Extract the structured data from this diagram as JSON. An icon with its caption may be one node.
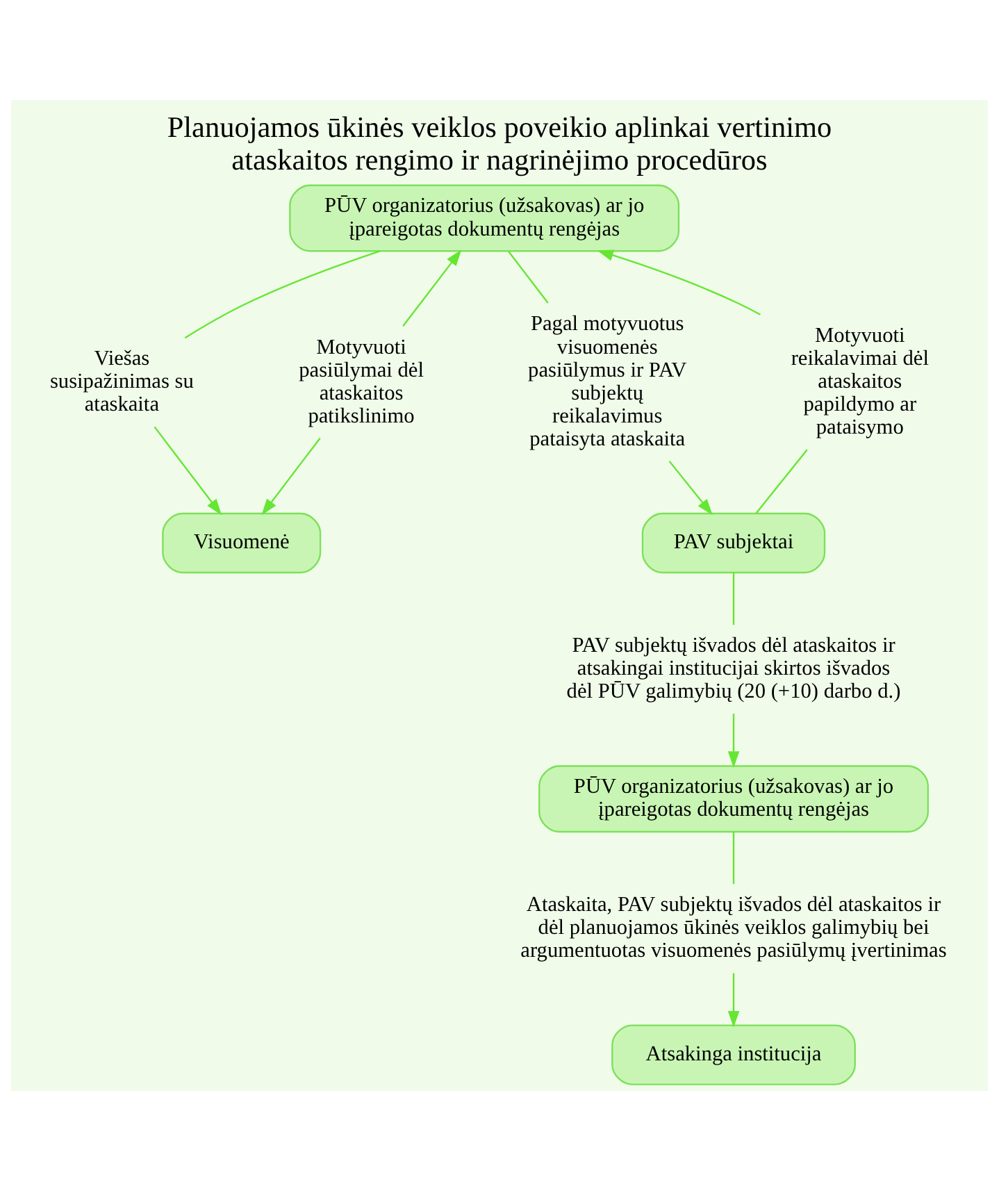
{
  "diagram": {
    "title": "Planuojamos ūkinės veiklos poveikio aplinkai vertinimo ataskaitos rengimo ir nagrinėjimo procedūros",
    "nodes": [
      {
        "text": [
          "PŪV organizatorius (užsakovas) ar jo įpareigotas dokumentų rengėjas"
        ]
      },
      {
        "text": [
          "Motyvuoti pasiūlymai dėl ataskaitos patikslinimo"
        ]
      },
      {
        "text": [
          "Viešas susipažinimas su ataskaita"
        ]
      },
      {
        "text": [
          "Pagal motyvuotus visuomenės pasiūlymus ir PAV subjektų reikalavimus pataisyta ataskaita"
        ]
      },
      {
        "text": [
          "Motyvuoti reikalavimai dėl ataskaitos papildymo ar pataisymo"
        ]
      },
      {
        "text": [
          "Visuomenė"
        ]
      },
      {
        "text": [
          "PAV subjektai"
        ]
      },
      {
        "text": [
          "PAV subjektų išvados dėl ataskaitos ir atsakingai institucijai skirtos išvados dėl PŪV galimybių (20 (+10) darbo d.)"
        ]
      },
      {
        "text": [
          "PŪV organizatorius (užsakovas) ar jo įpareigotas dokumentų rengėjas"
        ]
      },
      {
        "text": [
          "Ataskaita, PAV subjektų išvados dėl ataskaitos ir dėl planuojamos ūkinės veiklos galimybių bei argumentuotas visuomenės pasiūlymų įvertinimas"
        ]
      },
      {
        "text": [
          "Atsakinga institucija"
        ]
      }
    ],
    "edges": [
      {
        "from": 1,
        "to": 0,
        "arrow": "to"
      },
      {
        "from": 0,
        "to": 2,
        "arrow": "none"
      },
      {
        "from": 0,
        "to": 3,
        "arrow": "none"
      },
      {
        "from": 4,
        "to": 0,
        "arrow": "to"
      },
      {
        "from": 1,
        "to": 5,
        "arrow": "to"
      },
      {
        "from": 2,
        "to": 5,
        "arrow": "to"
      },
      {
        "from": 3,
        "to": 6,
        "arrow": "to"
      },
      {
        "from": 6,
        "to": 4,
        "arrow": "none"
      },
      {
        "from": 6,
        "to": 7,
        "arrow": "none"
      },
      {
        "from": 7,
        "to": 8,
        "arrow": "to"
      },
      {
        "from": 8,
        "to": 9,
        "arrow": "none"
      },
      {
        "from": 9,
        "to": 10,
        "arrow": "to"
      }
    ]
  }
}
